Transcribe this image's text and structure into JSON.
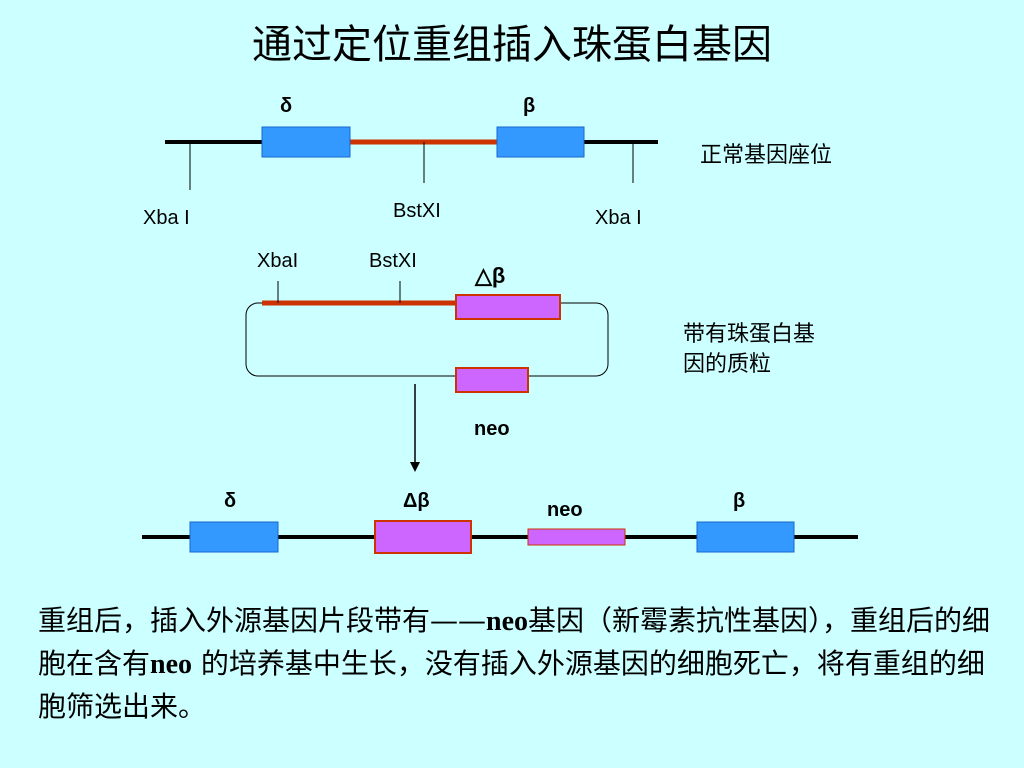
{
  "title": "通过定位重组插入珠蛋白基因",
  "normal_locus": {
    "delta_label": "δ",
    "beta_label": "β",
    "xba_left": "Xba I",
    "bstxi": "BstXI",
    "xba_right": "Xba I",
    "caption": "正常基因座位"
  },
  "plasmid": {
    "xbai": "XbaI",
    "bstxi": "BstXI",
    "delta_beta": "△β",
    "neo": "neo",
    "caption_line1": "带有珠蛋白基",
    "caption_line2": "因的质粒"
  },
  "recombined": {
    "delta": "δ",
    "delta_beta": "Δβ",
    "neo": "neo",
    "beta": "β"
  },
  "paragraph": {
    "part1": "重组后，插入外源基因片段带有——",
    "neo1": "neo",
    "part2": "基因（新霉素抗性基因），重组后的细胞在含有",
    "neo2": "neo",
    "part3": " 的培养基中生长，没有插入外源基因的细胞死亡，将有重组的细胞筛选出来。"
  },
  "colors": {
    "background": "#ccffff",
    "gene_blue": "#3399ff",
    "gene_pink": "#cc66ff",
    "insert_red": "#cc3300",
    "line": "#000000"
  }
}
